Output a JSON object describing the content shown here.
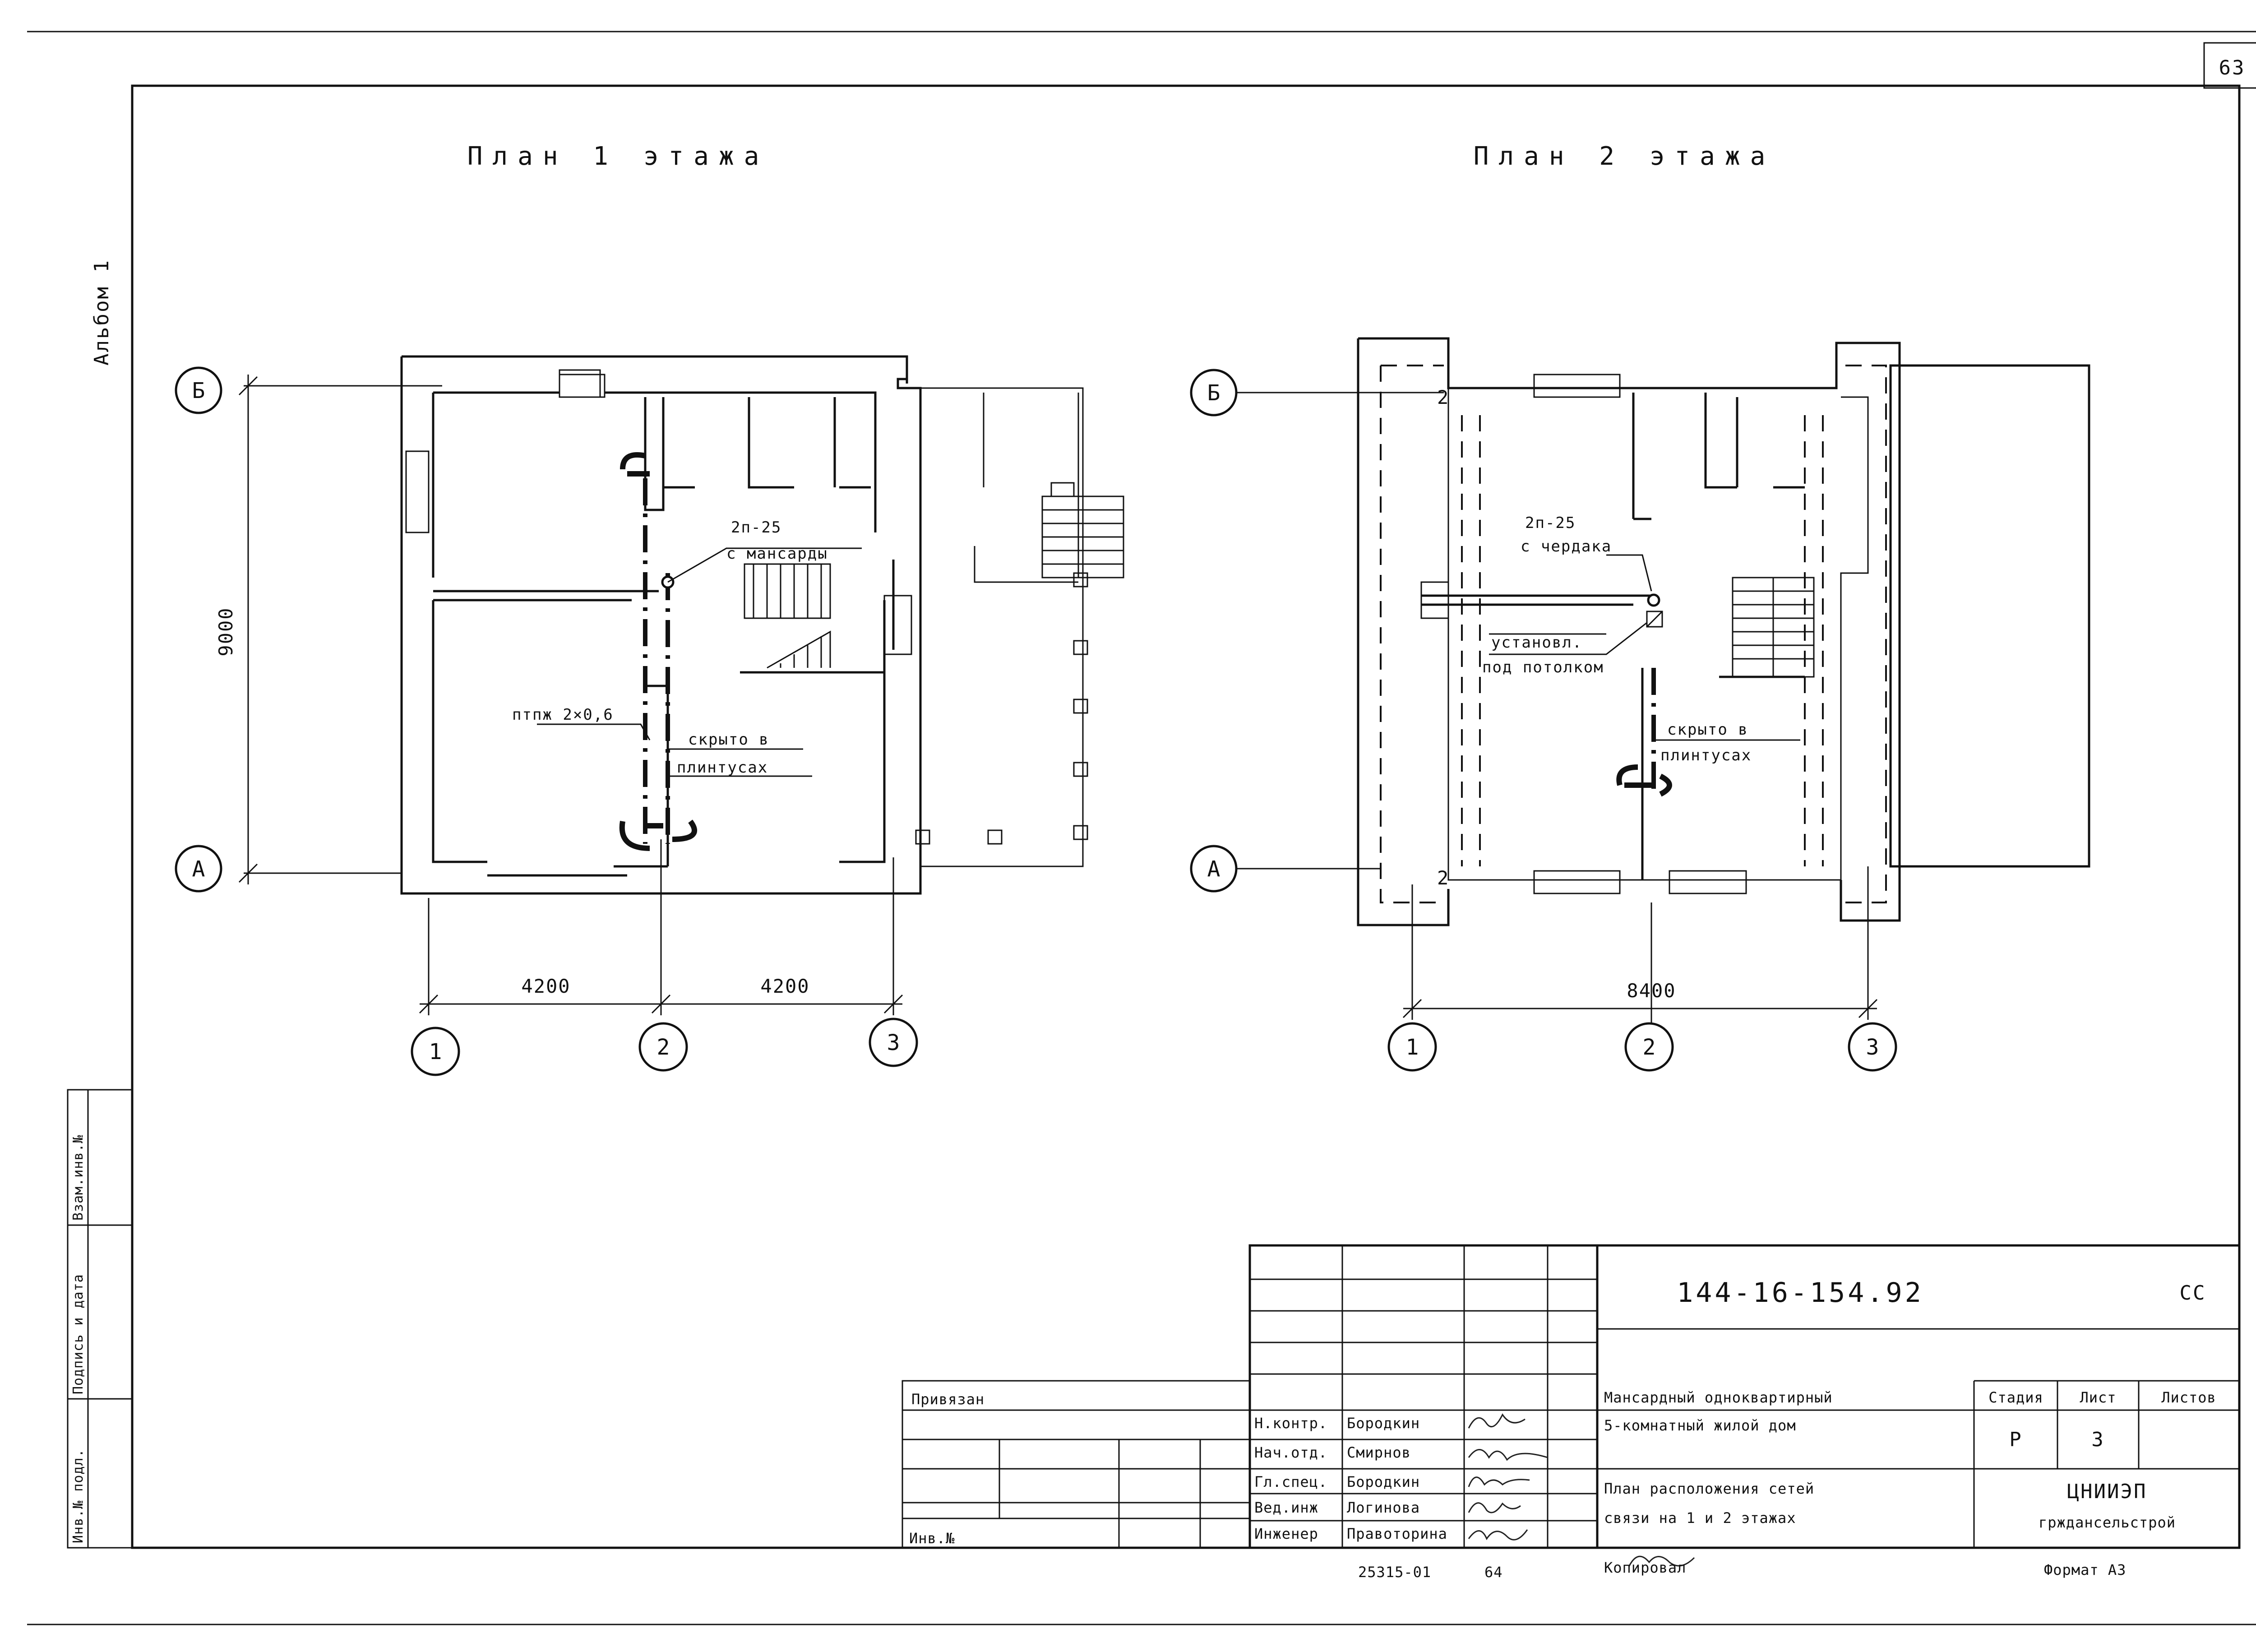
{
  "sheet": {
    "page_number": "63",
    "album_label": "Альбом 1"
  },
  "plan1": {
    "title": "План 1 этажа",
    "axis_rows": [
      "Б",
      "А"
    ],
    "axis_cols": [
      "1",
      "2",
      "3"
    ],
    "dim_vertical": "9000",
    "dim_horizontal": [
      "4200",
      "4200"
    ],
    "notes": {
      "cable_spec": "2п-25",
      "cable_from": "с мансарды",
      "wire_spec": "птпж 2×0,6",
      "hidden_1": "скрыто в",
      "hidden_2": "плинтусах"
    }
  },
  "plan2": {
    "title": "План 2 этажа",
    "axis_rows": [
      "Б",
      "А"
    ],
    "axis_cols": [
      "1",
      "2",
      "3"
    ],
    "dim_horizontal": "8400",
    "wall_mark_top": "2",
    "wall_mark_bottom": "2",
    "notes": {
      "cable_spec": "2п-25",
      "cable_from": "с чердака",
      "install_1": "установл.",
      "install_2": "под потолком",
      "hidden_1": "скрыто в",
      "hidden_2": "плинтусах"
    }
  },
  "left_stamp": {
    "cells": [
      "Инв.№ подл.",
      "Подпись и дата",
      "Взам.инв.№"
    ]
  },
  "title_block": {
    "doc_code": "144-16-154.92",
    "doc_mark": "СС",
    "privyazan": "Привязан",
    "inv_no": "Инв.№",
    "roles": [
      "Н.контр.",
      "Нач.отд.",
      "Гл.спец.",
      "Вед.инж",
      "Инженер"
    ],
    "names": [
      "Бородкин",
      "Смирнов",
      "Бородкин",
      "Логинова",
      "Правоторина"
    ],
    "object_name_1": "Мансардный одноквартирный",
    "object_name_2": "5-комнатный жилой дом",
    "sheet_name_1": "План расположения сетей",
    "sheet_name_2": "связи на 1 и 2 этажах",
    "stage_header": "Стадия",
    "sheet_header": "Лист",
    "sheets_header": "Листов",
    "stage": "Р",
    "sheet": "3",
    "org_1": "ЦНИИЭП",
    "org_2": "грждансельстрой",
    "bottom_number": "25315-01",
    "bottom_sheet": "64",
    "copied": "Копировал",
    "format": "Формат А3"
  }
}
